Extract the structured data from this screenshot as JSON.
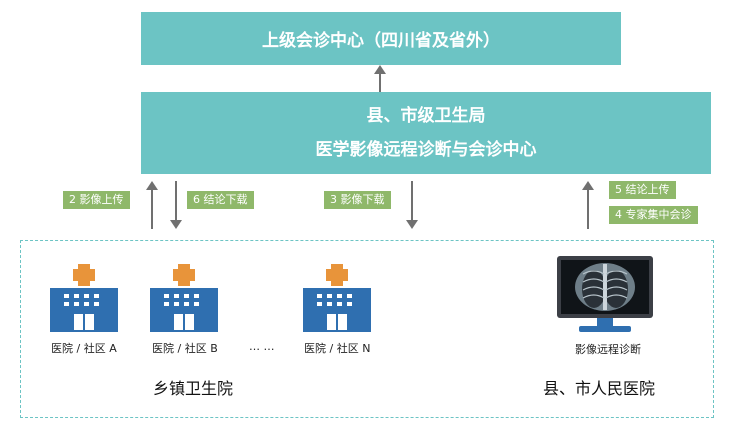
{
  "top_center": {
    "label": "上级会诊中心（四川省及省外）"
  },
  "mid_center": {
    "line1": "县、市级卫生局",
    "line2": "医学影像远程诊断与会诊中心"
  },
  "steps": {
    "upload_image": "2 影像上传",
    "download_result": "6 结论下载",
    "download_image": "3 影像下载",
    "upload_result": "5 结论上传",
    "expert_consult": "4 专家集中会诊"
  },
  "facilities": {
    "a": "医院 / 社区 A",
    "b": "医院 / 社区 B",
    "ellipsis": "… …",
    "n": "医院 / 社区 N",
    "remote_diagnosis": "影像远程诊断"
  },
  "groups": {
    "township": "乡镇卫生院",
    "county_city": "县、市人民医院"
  },
  "colors": {
    "box_fill": "#6cc4c4",
    "tag_fill": "#8fb86a",
    "hospital_blue": "#2f6fb0",
    "cross_orange": "#e8943a",
    "arrow_gray": "#707070"
  },
  "icons": [
    "hospital-icon",
    "xray-monitor-icon",
    "arrow-up-icon",
    "arrow-down-icon"
  ]
}
